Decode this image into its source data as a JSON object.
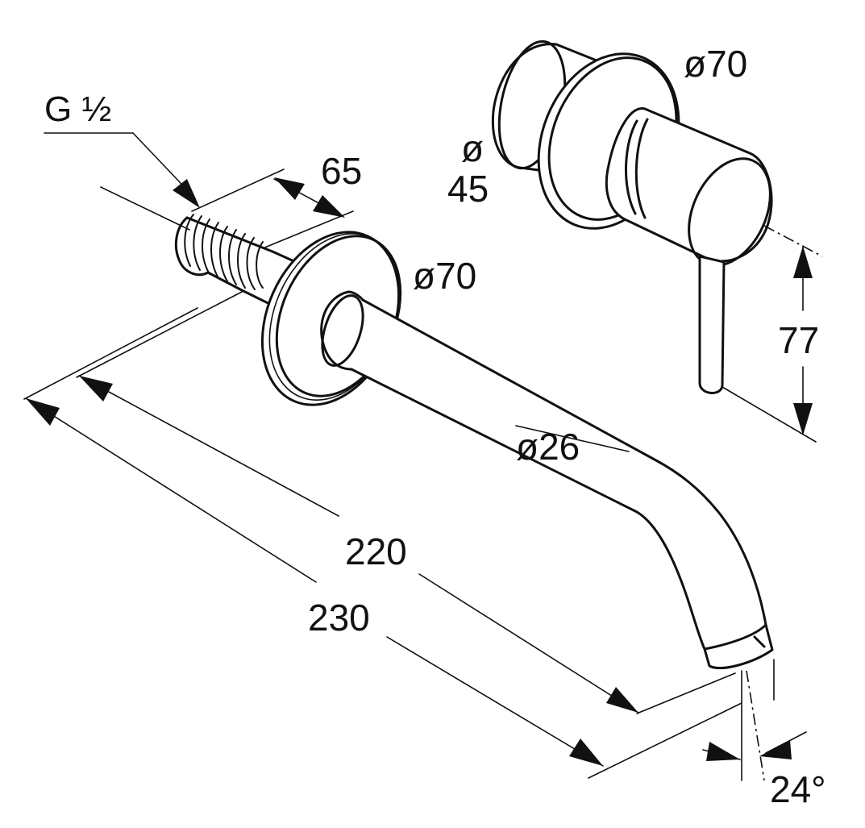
{
  "labels": {
    "thread": "G ½",
    "thread_length": "65",
    "handle_diameter": "ø70",
    "body_diameter_symbol": "ø",
    "body_diameter": "45",
    "spout_rosette_diameter": "ø70",
    "spout_diameter": "ø26",
    "lever_height": "77",
    "length_inner": "220",
    "length_outer": "230",
    "angle": "24°"
  },
  "colors": {
    "line": "#111111",
    "background": "#ffffff"
  }
}
